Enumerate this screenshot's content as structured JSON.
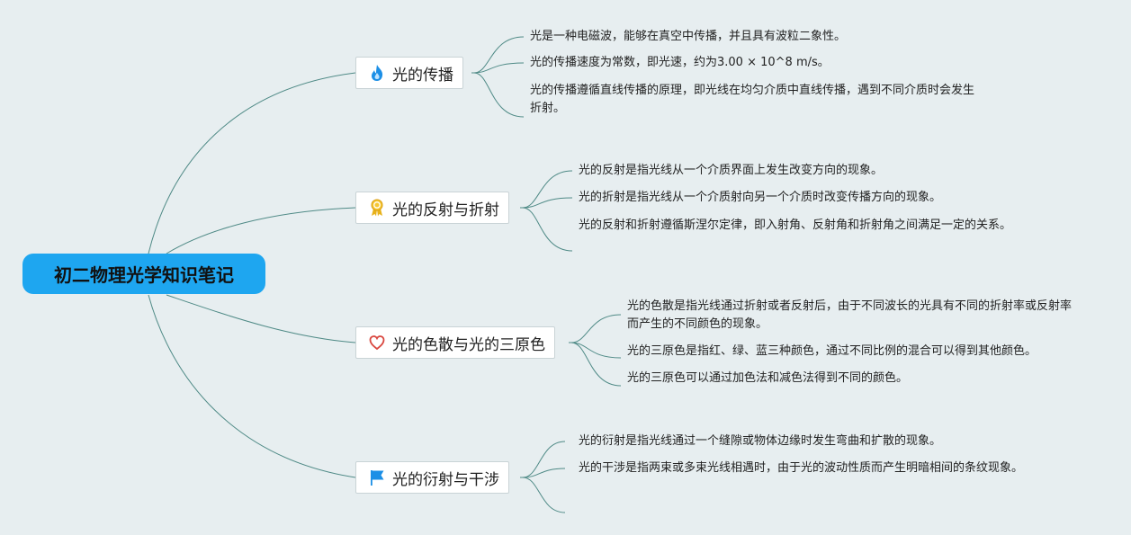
{
  "root": {
    "title": "初二物理光学知识笔记"
  },
  "branches": [
    {
      "title": "光的传播",
      "icon": "flame-icon",
      "notes": [
        "光是一种电磁波，能够在真空中传播，并且具有波粒二象性。",
        "光的传播速度为常数，即光速，约为3.00 × 10^8 m/s。",
        "光的传播遵循直线传播的原理，即光线在均匀介质中直线传播，遇到不同介质时会发生折射。"
      ]
    },
    {
      "title": "光的反射与折射",
      "icon": "award-ribbon-icon",
      "notes": [
        "光的反射是指光线从一个介质界面上发生改变方向的现象。",
        "光的折射是指光线从一个介质射向另一个介质时改变传播方向的现象。",
        "光的反射和折射遵循斯涅尔定律，即入射角、反射角和折射角之间满足一定的关系。"
      ]
    },
    {
      "title": "光的色散与光的三原色",
      "icon": "heart-icon",
      "notes": [
        "光的色散是指光线通过折射或者反射后，由于不同波长的光具有不同的折射率或反射率而产生的不同颜色的现象。",
        "光的三原色是指红、绿、蓝三种颜色，通过不同比例的混合可以得到其他颜色。",
        "光的三原色可以通过加色法和减色法得到不同的颜色。"
      ]
    },
    {
      "title": "光的衍射与干涉",
      "icon": "flag-icon",
      "notes": [
        "光的衍射是指光线通过一个缝隙或物体边缘时发生弯曲和扩散的现象。",
        "光的干涉是指两束或多束光线相遇时，由于光的波动性质而产生明暗相间的条纹现象。",
        ""
      ]
    }
  ],
  "colors": {
    "root": "#1ea6f0",
    "line": "#4f8a86",
    "background": "#e7eef0"
  }
}
